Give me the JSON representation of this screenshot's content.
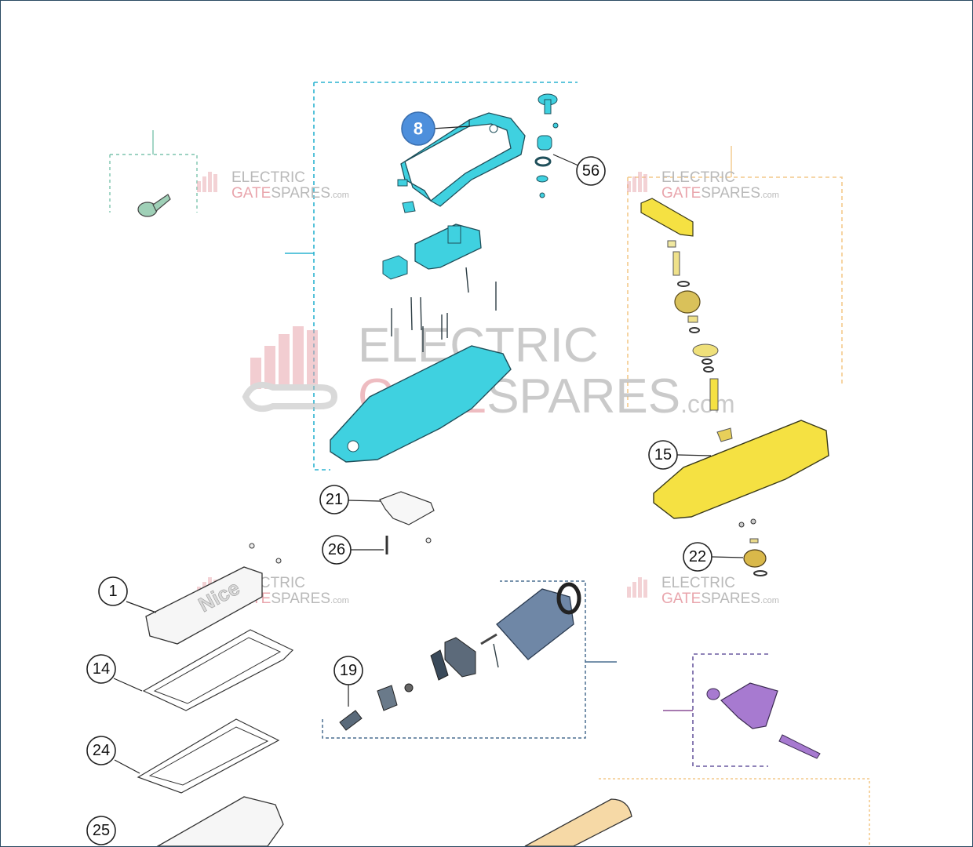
{
  "diagram": {
    "callouts": [
      {
        "id": "8",
        "label": "8",
        "highlighted": true
      },
      {
        "id": "56",
        "label": "56"
      },
      {
        "id": "15",
        "label": "15"
      },
      {
        "id": "21",
        "label": "21"
      },
      {
        "id": "26",
        "label": "26"
      },
      {
        "id": "22",
        "label": "22"
      },
      {
        "id": "1",
        "label": "1"
      },
      {
        "id": "14",
        "label": "14"
      },
      {
        "id": "19",
        "label": "19"
      },
      {
        "id": "24",
        "label": "24"
      },
      {
        "id": "25",
        "label": "25"
      }
    ],
    "lid_logo": "Nice"
  },
  "watermark": {
    "line1": "ELECTRIC",
    "line2_accent": "GATE",
    "line2_rest": "SPARES",
    "suffix": ".com"
  },
  "colors": {
    "cyan_group": "#33c9d8",
    "yellow_group": "#f5e142",
    "purple_group": "#a77ad0",
    "motor_gray": "#6f87a6",
    "callout_8_blue": "#4d8fdc",
    "tan_group": "#f6d9a6",
    "border": "#2a4a63"
  }
}
